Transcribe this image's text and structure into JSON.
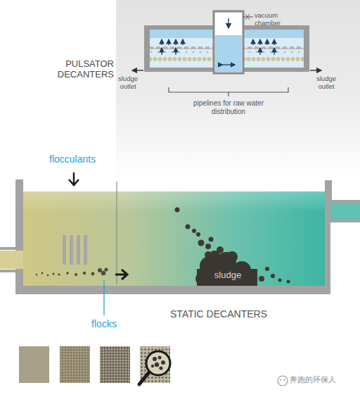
{
  "diagram": {
    "labels": [
      "PULSATOR DECANTERS",
      "vacuum chamber",
      "sludge outlet",
      "sludge outlet",
      "pipelines for raw water distribution",
      "flocculants",
      "flocks",
      "sludge",
      "STATIC DECANTERS",
      "奔跑的环保人"
    ]
  }
}
